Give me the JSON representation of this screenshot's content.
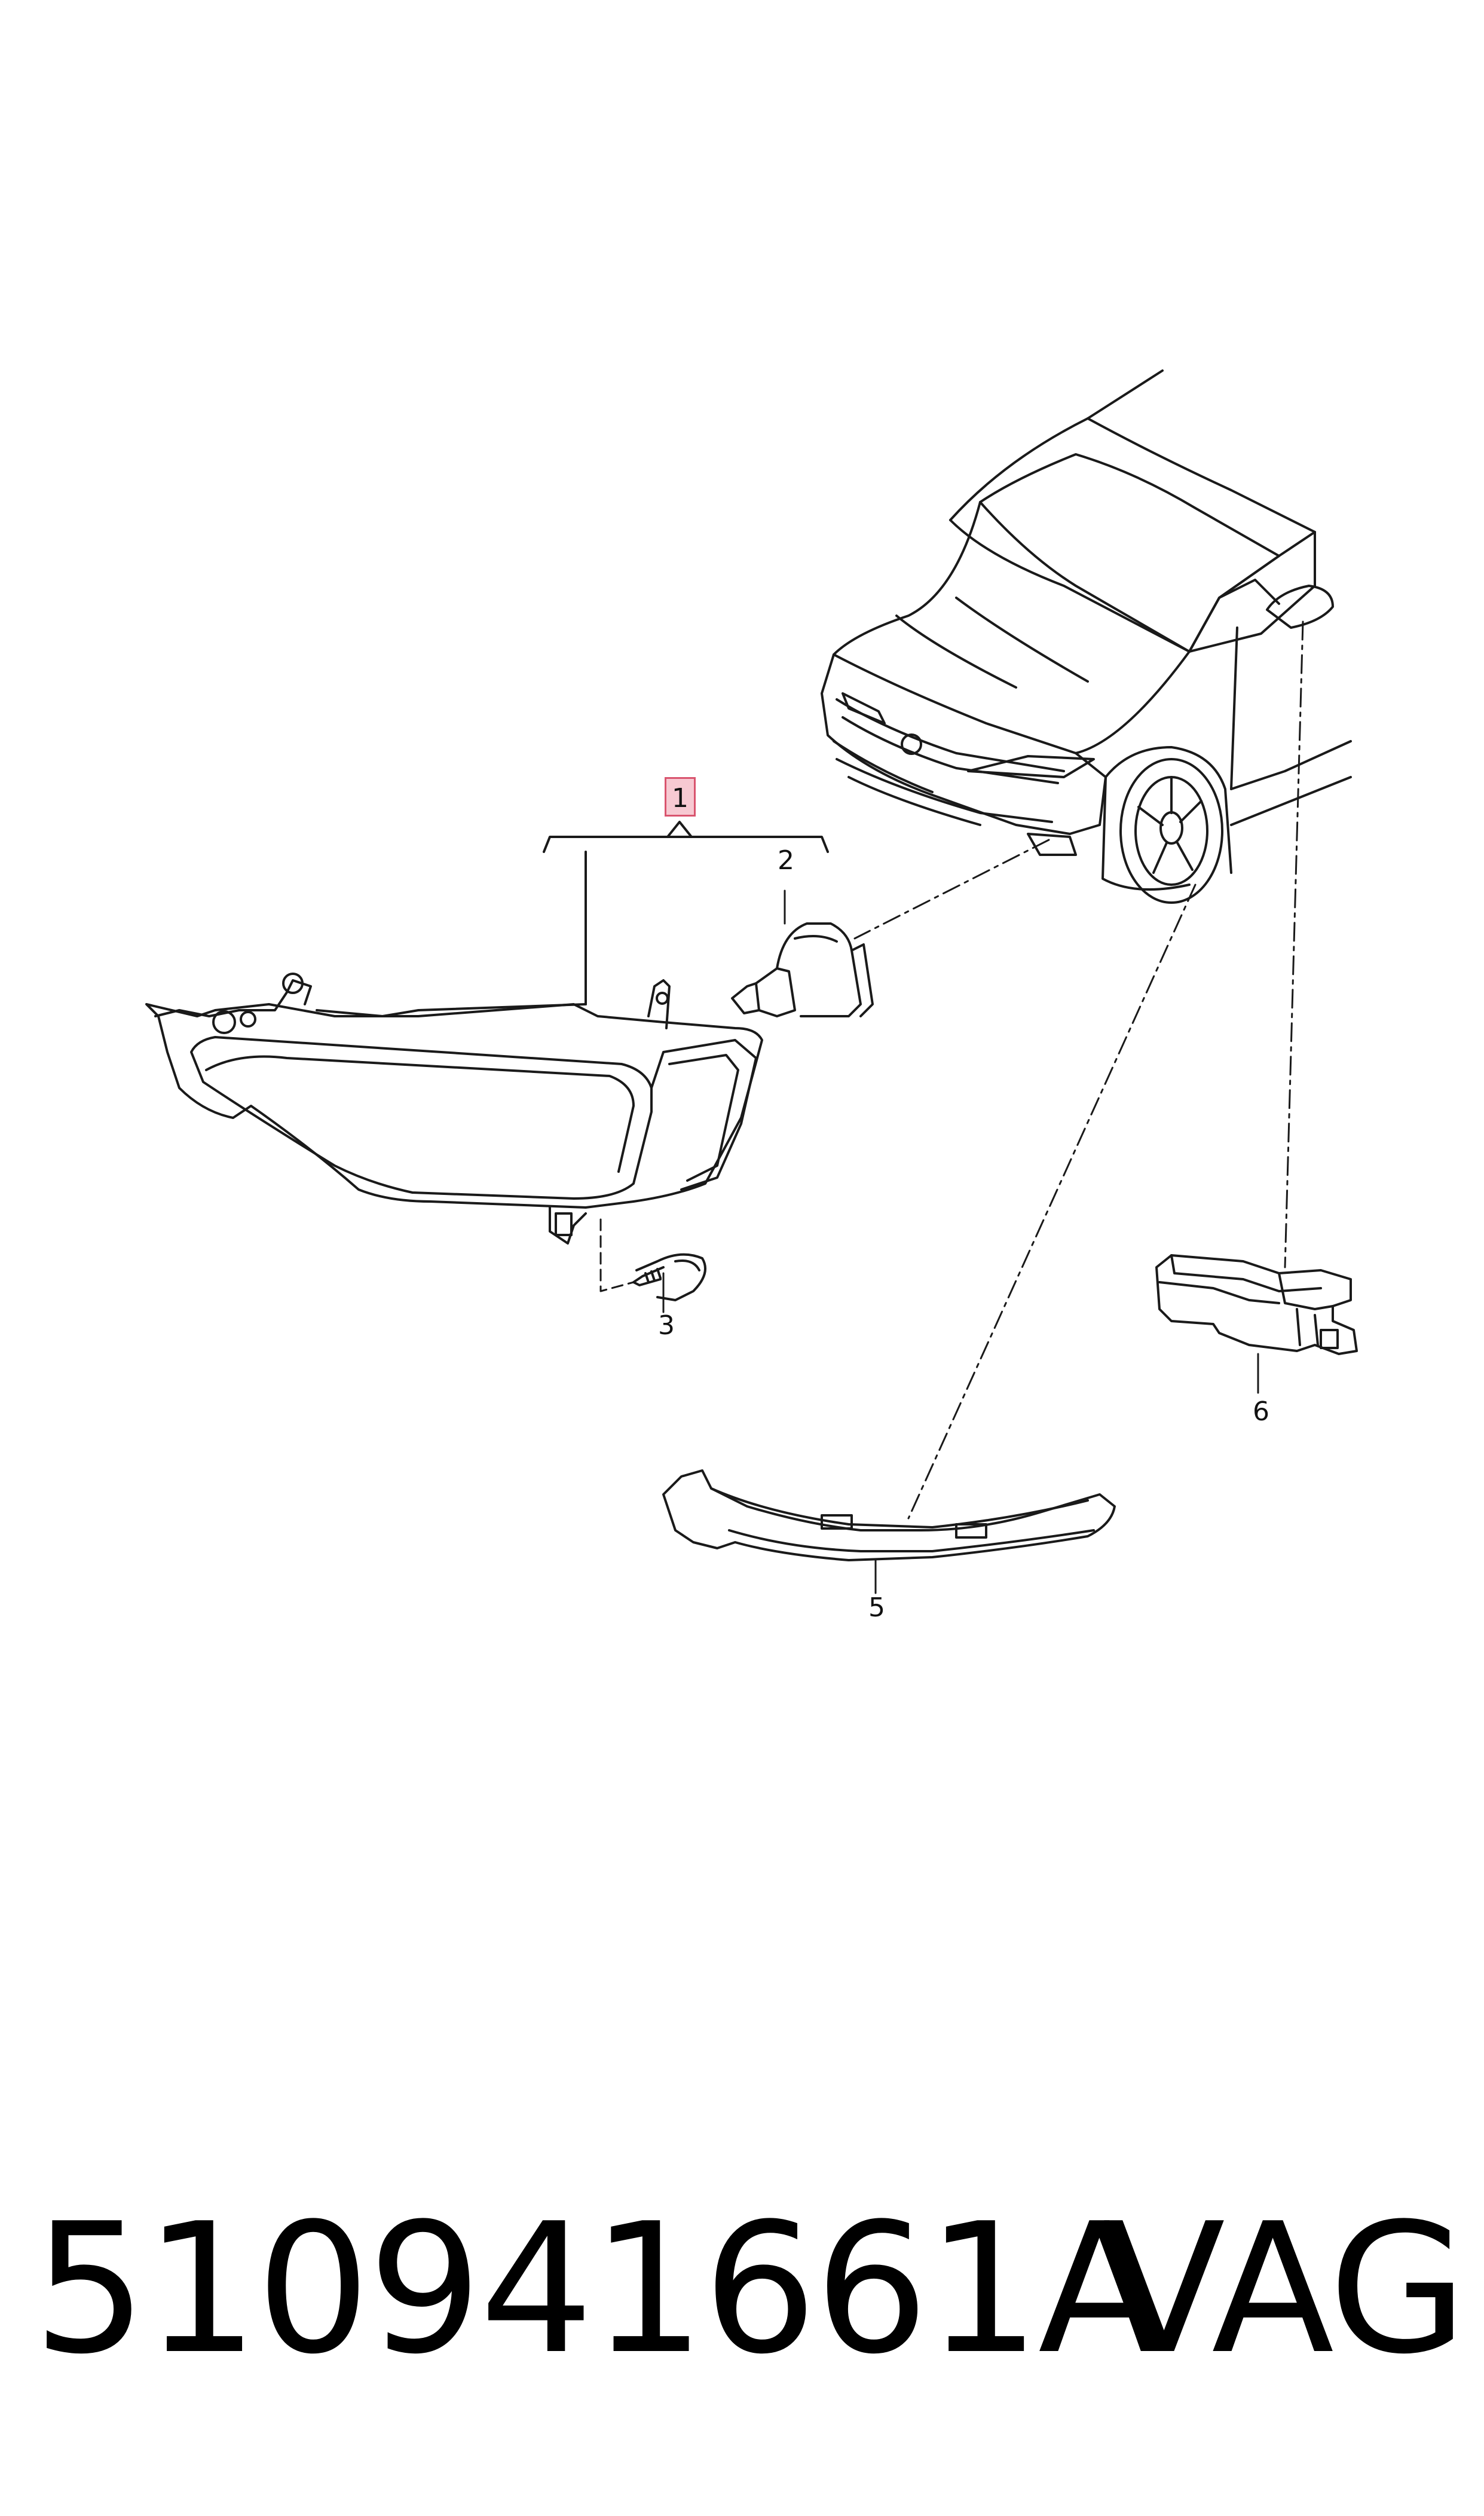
{
  "diagram": {
    "callouts": {
      "c1": "1",
      "c2": "2",
      "c3": "3",
      "c5": "5",
      "c6": "6"
    },
    "highlight_color": "#f7c9d2",
    "highlight_border_color": "#d9546e",
    "line_color": "#1a1a1a"
  },
  "footer": {
    "part_number": "510941661A",
    "brand": "VAG"
  }
}
